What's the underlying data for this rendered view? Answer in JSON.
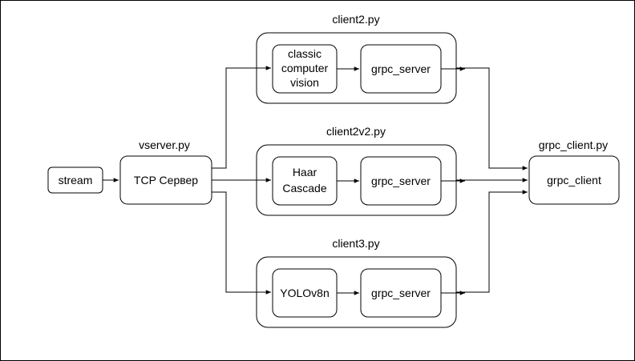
{
  "stream": "stream",
  "vserver": {
    "title": "vserver.py",
    "box": "TCP Сервер"
  },
  "client2": {
    "title": "client2.py",
    "proc": [
      "classic",
      "computer",
      "vision"
    ],
    "server": "grpc_server"
  },
  "client2v2": {
    "title": "client2v2.py",
    "proc": [
      "Haar",
      "Cascade"
    ],
    "server": "grpc_server"
  },
  "client3": {
    "title": "client3.py",
    "proc": "YOLOv8n",
    "server": "grpc_server"
  },
  "grpc_client": {
    "title": "grpc_client.py",
    "box": "grpc_client"
  },
  "colors": {
    "stroke": "#000000",
    "fill": "#ffffff",
    "text": "#000000"
  }
}
